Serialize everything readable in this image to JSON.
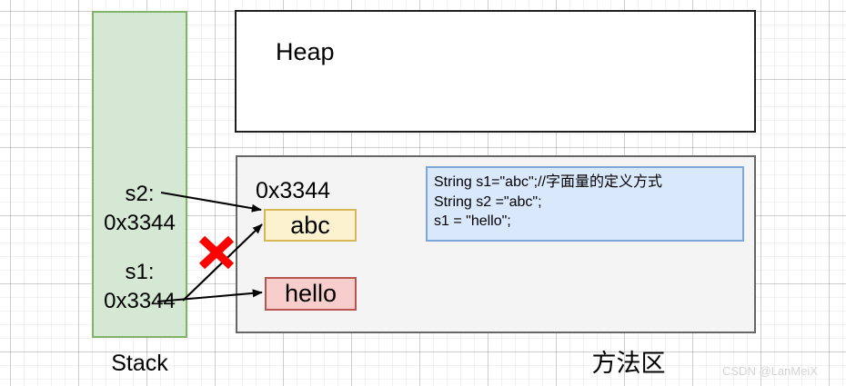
{
  "diagram": {
    "regions": {
      "stack": {
        "caption": "Stack"
      },
      "heap": {
        "label": "Heap"
      },
      "method_area": {
        "caption": "方法区"
      }
    },
    "stack_slots": [
      {
        "name": "s2:",
        "value": "0x3344"
      },
      {
        "name": "s1:",
        "value": "0x3344"
      }
    ],
    "method_area": {
      "address_label": "0x3344",
      "objects": [
        {
          "value": "abc",
          "fill": "#fdf2d0",
          "stroke": "#d6b656"
        },
        {
          "value": "hello",
          "fill": "#f8cecc",
          "stroke": "#b85450"
        }
      ],
      "code_snippet": "String s1=\"abc\";//字面量的定义方式\nString s2 =\"abc\";\ns1 = \"hello\";"
    },
    "annotations": {
      "invalid_mark": "×",
      "invalid_mark_color": "#ff0000"
    },
    "watermark": "CSDN @LanMeiX",
    "colors": {
      "stack_fill": "#d5e8d4",
      "stack_stroke": "#82b366",
      "heap_fill": "#ffffff",
      "heap_stroke": "#1f1f1f",
      "method_fill": "#f4f4f4",
      "method_stroke": "#666666",
      "code_fill": "#dae8fc",
      "code_stroke": "#7ea6d9",
      "arrow": "#000000"
    }
  }
}
